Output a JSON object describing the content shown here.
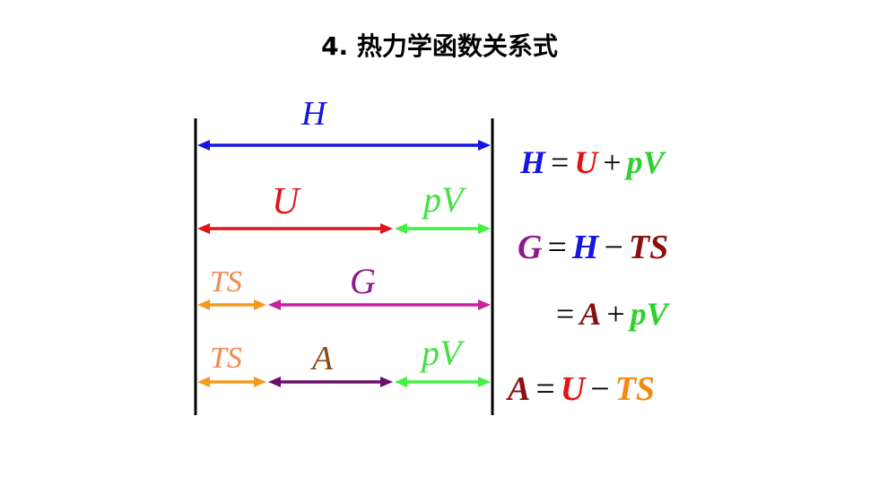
{
  "title": "4. 热力学函数关系式",
  "diagram": {
    "labels": {
      "H": "H",
      "U": "U",
      "pV_row2": "pV",
      "TS_row3": "TS",
      "G": "G",
      "TS_row4": "TS",
      "A": "A",
      "pV_row4": "pV"
    }
  },
  "equations": [
    {
      "terms": [
        {
          "t": "H",
          "c": "#1515e0"
        },
        {
          "t": "=",
          "op": true
        },
        {
          "t": "U",
          "c": "#e01414"
        },
        {
          "t": "+",
          "op": true
        },
        {
          "t": "pV",
          "c": "#2ed12e"
        }
      ]
    },
    {
      "terms": [
        {
          "t": "G",
          "c": "#8e1a8e"
        },
        {
          "t": "=",
          "op": true
        },
        {
          "t": "H",
          "c": "#1515e0"
        },
        {
          "t": "−",
          "op": true
        },
        {
          "t": "TS",
          "c": "#8b1010"
        }
      ]
    },
    {
      "terms": [
        {
          "t": "=",
          "op": true
        },
        {
          "t": "A",
          "c": "#8b1010"
        },
        {
          "t": "+",
          "op": true
        },
        {
          "t": "pV",
          "c": "#2ed12e"
        }
      ]
    },
    {
      "terms": [
        {
          "t": "A",
          "c": "#8b1010"
        },
        {
          "t": "=",
          "op": true
        },
        {
          "t": "U",
          "c": "#e01414"
        },
        {
          "t": "−",
          "op": true
        },
        {
          "t": "TS",
          "c": "#f08a10"
        }
      ]
    }
  ],
  "colors": {
    "H": "#1515e0",
    "U": "#e01414",
    "pV": "#44f044",
    "TS": "#f59a1e",
    "G": "#c8229e",
    "A": "#6a0f6a",
    "TS_label": "#f08a50",
    "A_label": "#8b4a1a",
    "G_label": "#8e1a8e"
  }
}
